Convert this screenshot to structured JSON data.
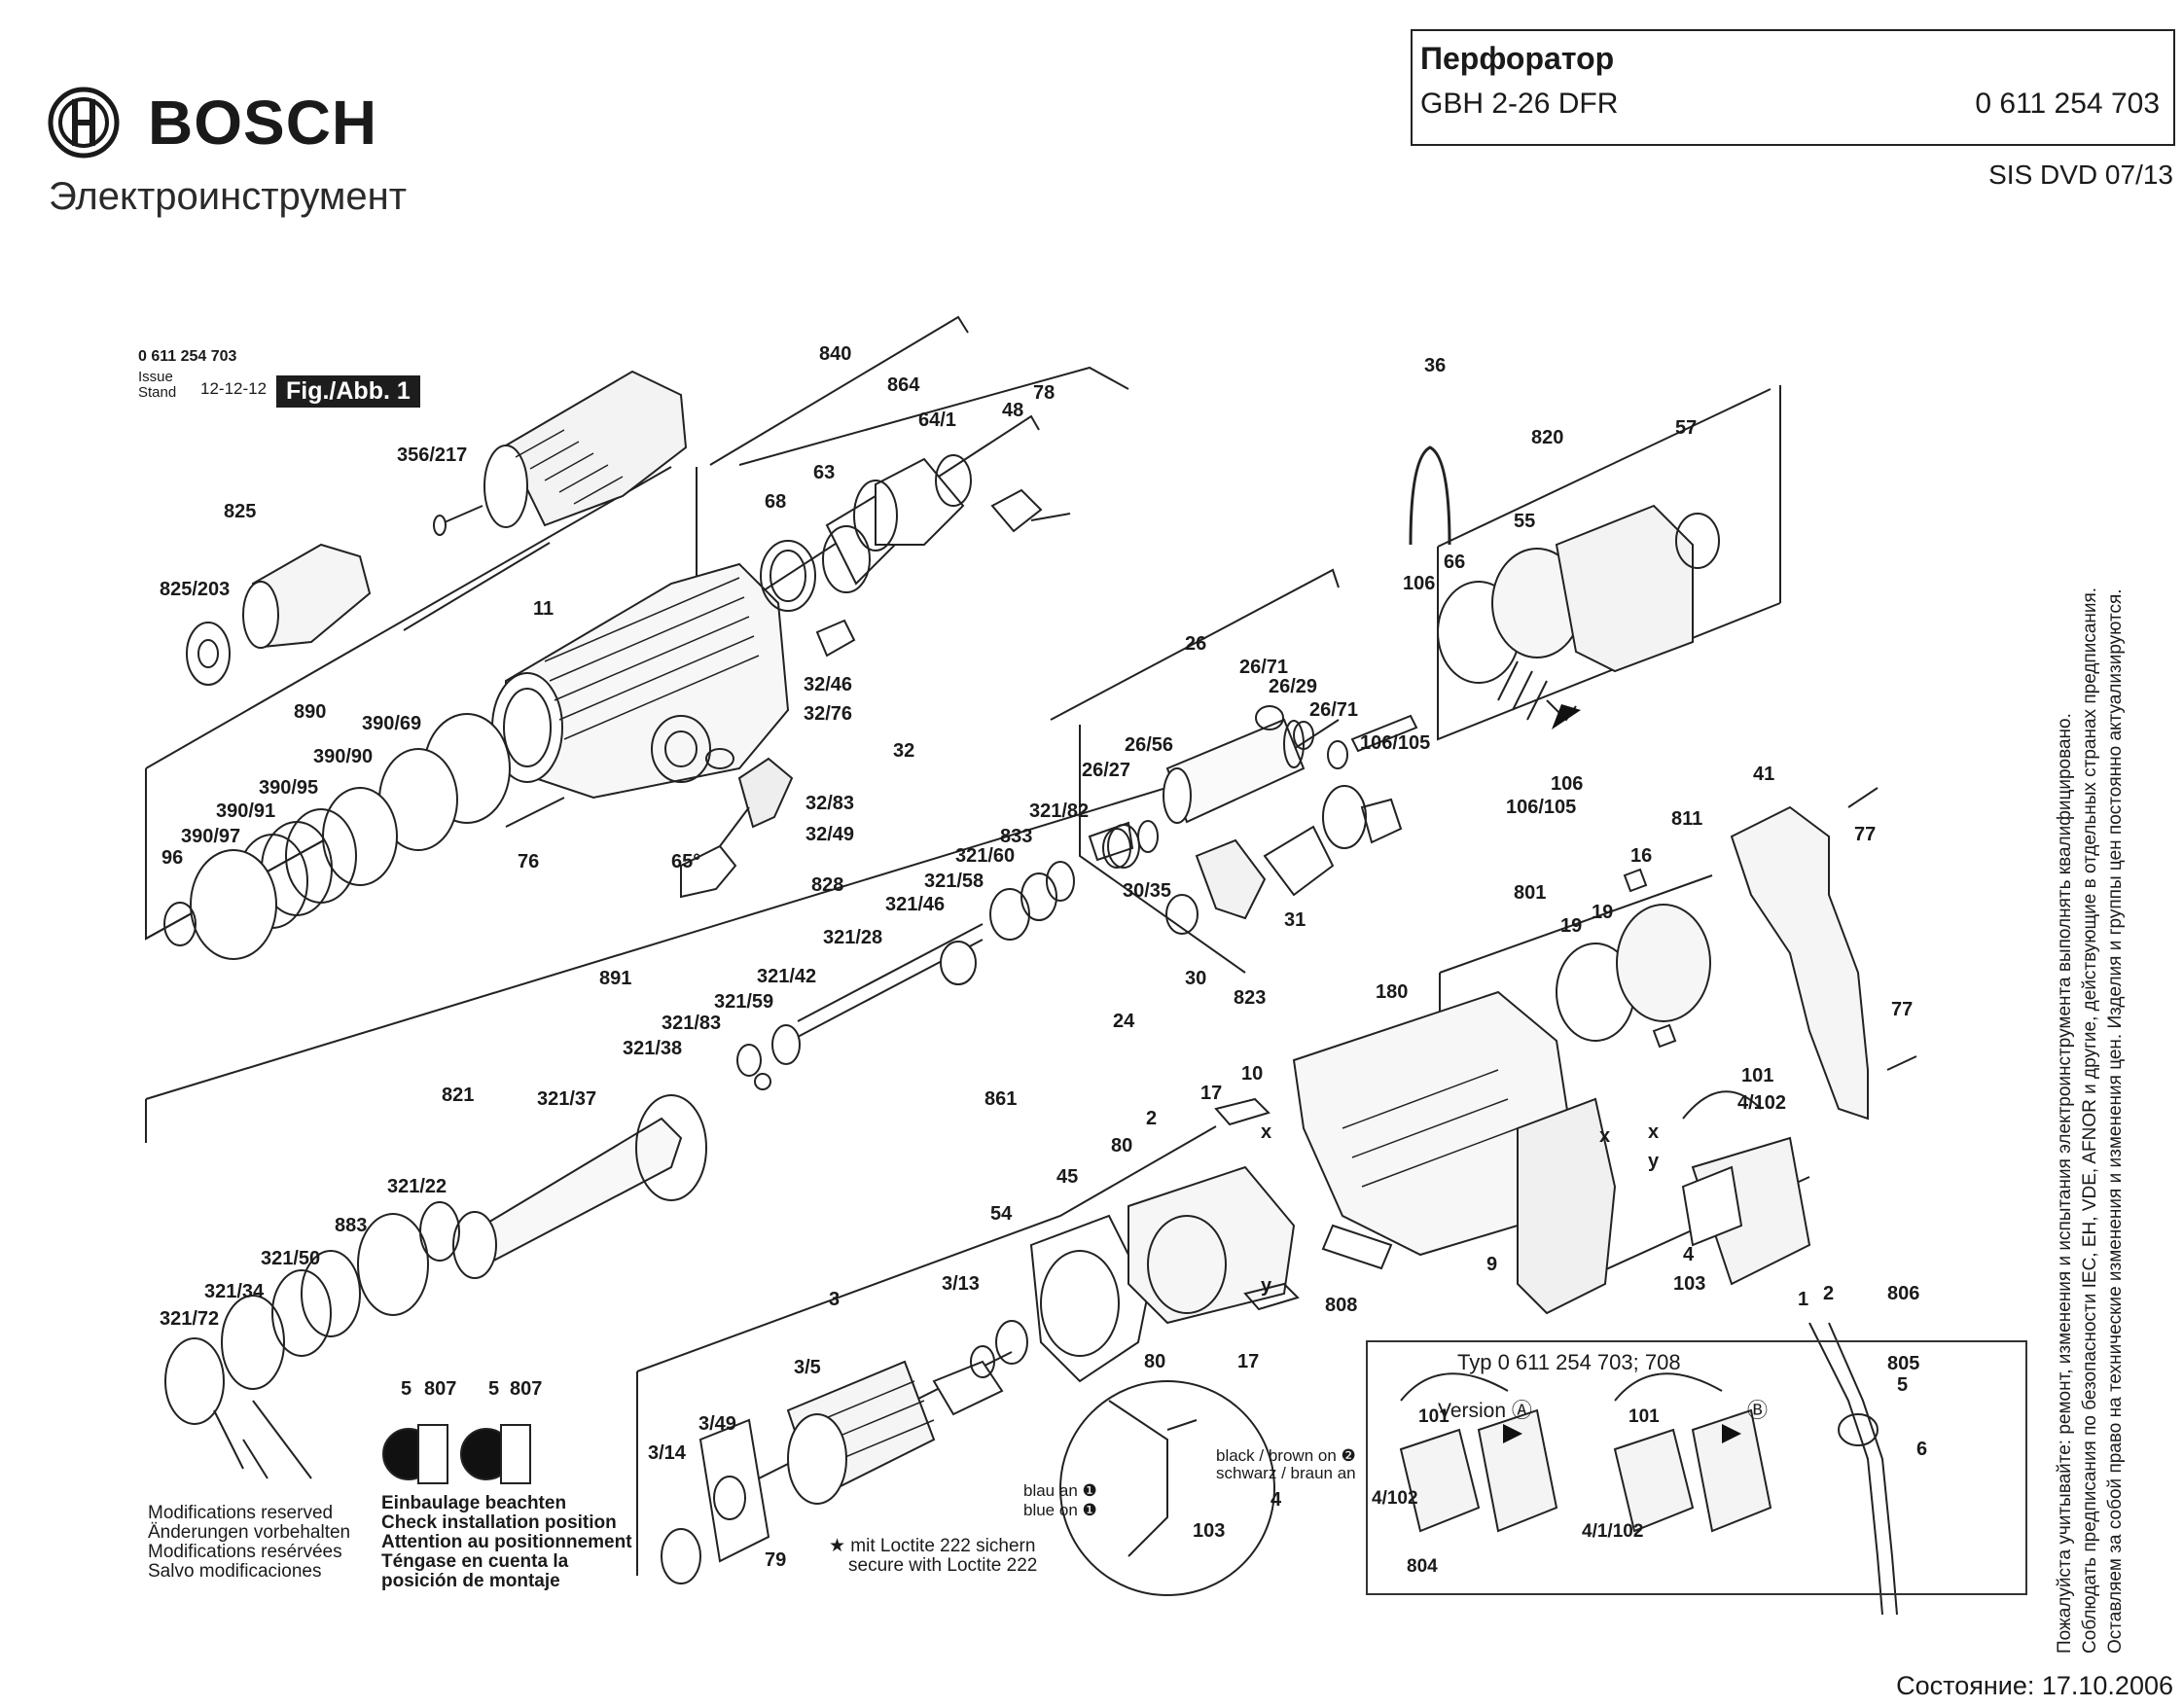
{
  "header": {
    "brand": "BOSCH",
    "subtitle": "Электроинструмент",
    "product_type": "Перфоратор",
    "model": "GBH 2-26 DFR",
    "product_number": "0 611 254 703",
    "sis": "SIS DVD 07/13",
    "status": "Состояние: 17.10.2006"
  },
  "figure": {
    "number": "0 611 254 703",
    "issue_label": "Issue",
    "stand_label": "Stand",
    "issue_date": "12-12-12",
    "badge": "Fig./Abb. 1"
  },
  "side_notes": [
    "Пожалуйста учитывайте: ремонт, изменения и испытания электроинструмента выполнять квалифицировано.",
    "Соблюдать предписания по безопасности IEC, EH, VDE, AFNOR и другие, действующие в отдельных странах предписания.",
    "Оставляем за собой право на технические изменения и изменения цен. Изделия и группы цен постоянно актуализируются."
  ],
  "notes": {
    "modifications": [
      "Modifications reserved",
      "Änderungen vorbehalten",
      "Modifications resérvées",
      "Salvo modificaciones"
    ],
    "installation": [
      "Einbaulage beachten",
      "Check installation position",
      "Attention au positionnement",
      "Téngase en cuenta la",
      "posición de montaje"
    ],
    "loctite": [
      "★ mit Loctite 222 sichern",
      "secure with Loctite 222"
    ]
  },
  "inset": {
    "title": "Typ 0 611 254 703; 708",
    "version_a": "Version Ⓐ",
    "version_b": "Ⓑ",
    "label_101a": "101",
    "label_101b": "101",
    "label_4_102": "4/102",
    "label_4_1_102": "4/1/102",
    "label_804": "804"
  },
  "wire_notes": {
    "black_brown": "black / brown on ❷",
    "schwarz_braun": "schwarz / braun an",
    "blau": "blau an ❶",
    "blue": "blue on ❶"
  },
  "part_labels": [
    "840",
    "864",
    "78",
    "48",
    "64/1",
    "63",
    "68",
    "356/217",
    "825",
    "825/203",
    "11",
    "32/46",
    "32/76",
    "32",
    "890",
    "390/69",
    "390/90",
    "390/95",
    "390/91",
    "390/97",
    "96",
    "76",
    "65°",
    "32/83",
    "32/49",
    "828",
    "321/82",
    "833",
    "321/60",
    "321/58",
    "321/46",
    "321/28",
    "321/42",
    "321/59",
    "891",
    "321/83",
    "321/38",
    "821",
    "321/37",
    "321/22",
    "883",
    "321/50",
    "321/34",
    "321/72",
    "3",
    "3/13",
    "54",
    "3/5",
    "3/49",
    "3/14",
    "79",
    "45",
    "80",
    "2",
    "17",
    "861",
    "24",
    "30/35",
    "30",
    "823",
    "31",
    "26",
    "26/71",
    "26/29",
    "26/56",
    "26/27",
    "36",
    "820",
    "57",
    "55",
    "66",
    "106",
    "106/105",
    "41",
    "77",
    "811",
    "16",
    "801",
    "19",
    "180",
    "10",
    "9",
    "808",
    "101",
    "4/102",
    "4",
    "103",
    "806",
    "805",
    "5",
    "6",
    "807",
    "x",
    "y"
  ]
}
